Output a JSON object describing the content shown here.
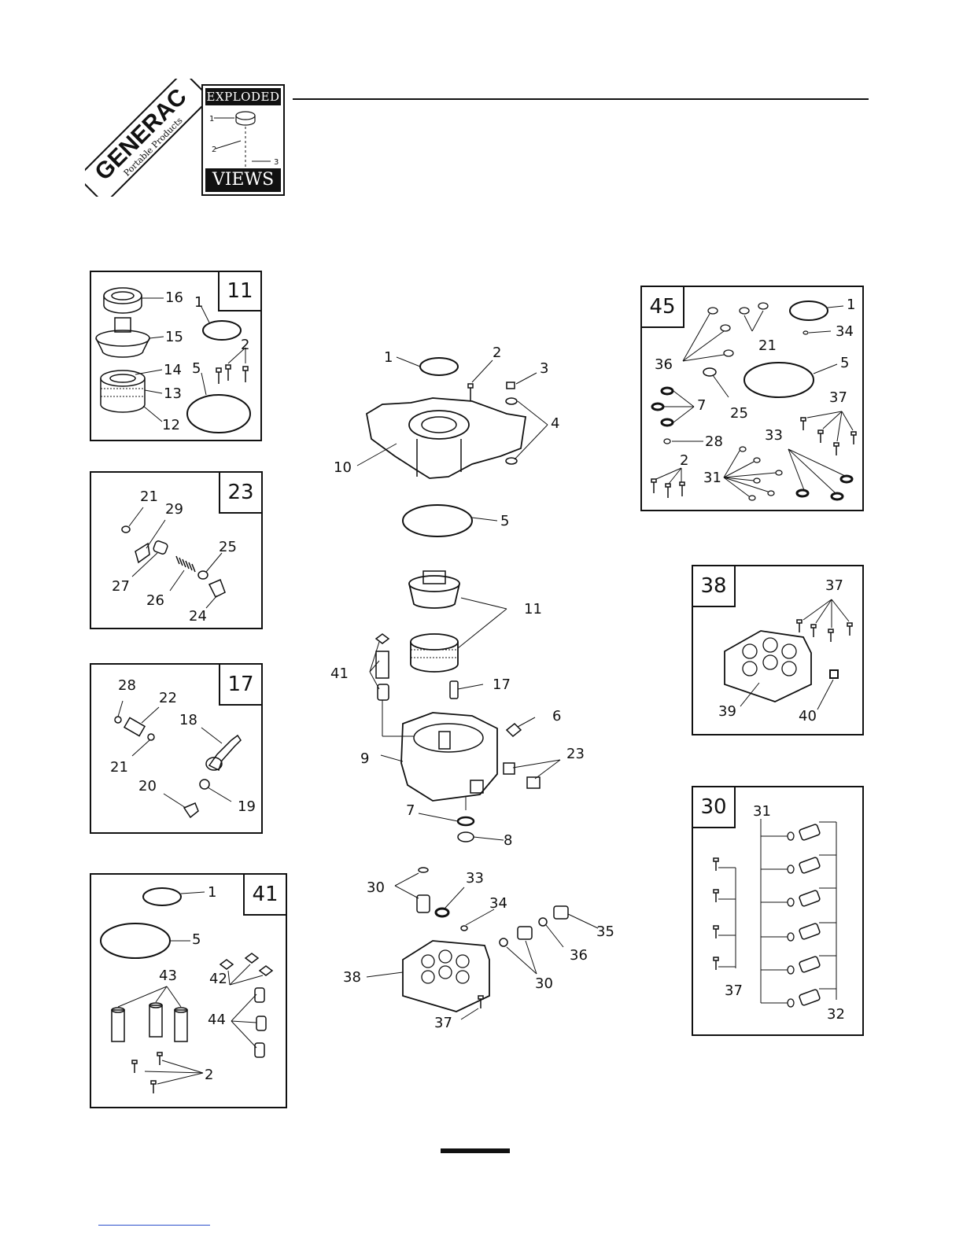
{
  "header": {
    "brand": "GENERAC",
    "brand_sub": "Portable Products",
    "badge_top": "EXPLODED",
    "badge_bottom": "VIEWS",
    "badge_callouts": [
      "1",
      "2",
      "3"
    ]
  },
  "panels": {
    "p11": {
      "tag": "11",
      "labels": [
        "16",
        "15",
        "14",
        "13",
        "12",
        "1",
        "2",
        "5"
      ]
    },
    "p23": {
      "tag": "23",
      "labels": [
        "21",
        "29",
        "25",
        "27",
        "26",
        "24"
      ]
    },
    "p17": {
      "tag": "17",
      "labels": [
        "28",
        "22",
        "18",
        "21",
        "20",
        "19"
      ]
    },
    "p41": {
      "tag": "41",
      "labels": [
        "1",
        "5",
        "42",
        "43",
        "44",
        "2"
      ]
    },
    "p45": {
      "tag": "45",
      "labels": [
        "1",
        "34",
        "21",
        "36",
        "5",
        "7",
        "25",
        "37",
        "33",
        "28",
        "2",
        "31"
      ]
    },
    "p38": {
      "tag": "38",
      "labels": [
        "37",
        "39",
        "40"
      ]
    },
    "p30": {
      "tag": "30",
      "labels": [
        "31",
        "37",
        "32"
      ]
    }
  },
  "main": {
    "labels": [
      "1",
      "2",
      "3",
      "4",
      "10",
      "5",
      "11",
      "41",
      "17",
      "6",
      "9",
      "23",
      "7",
      "8",
      "30",
      "33",
      "34",
      "35",
      "36",
      "38",
      "30",
      "37"
    ]
  }
}
